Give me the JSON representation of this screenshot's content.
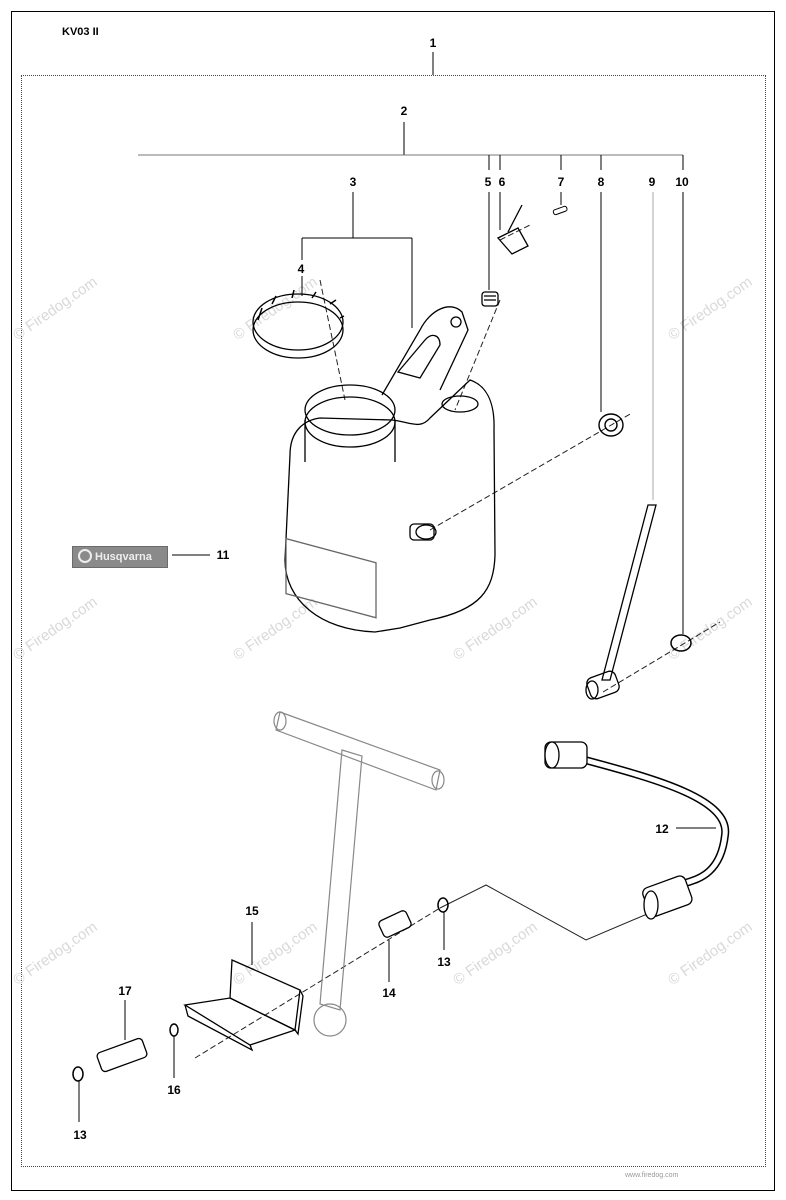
{
  "model_code": "KV03 II",
  "watermark_text": "© Firedog.com",
  "footer_text": "www.firedog.com",
  "brand_label": "Husqvarna",
  "callouts": [
    {
      "id": "c1",
      "text": "1"
    },
    {
      "id": "c2",
      "text": "2"
    },
    {
      "id": "c3",
      "text": "3"
    },
    {
      "id": "c4",
      "text": "4"
    },
    {
      "id": "c5",
      "text": "5"
    },
    {
      "id": "c6",
      "text": "6"
    },
    {
      "id": "c7",
      "text": "7"
    },
    {
      "id": "c8",
      "text": "8"
    },
    {
      "id": "c9",
      "text": "9"
    },
    {
      "id": "c10",
      "text": "10"
    },
    {
      "id": "c11",
      "text": "11"
    },
    {
      "id": "c12",
      "text": "12"
    },
    {
      "id": "c13a",
      "text": "13"
    },
    {
      "id": "c13b",
      "text": "13"
    },
    {
      "id": "c14",
      "text": "14"
    },
    {
      "id": "c15",
      "text": "15"
    },
    {
      "id": "c16",
      "text": "16"
    },
    {
      "id": "c17",
      "text": "17"
    }
  ]
}
